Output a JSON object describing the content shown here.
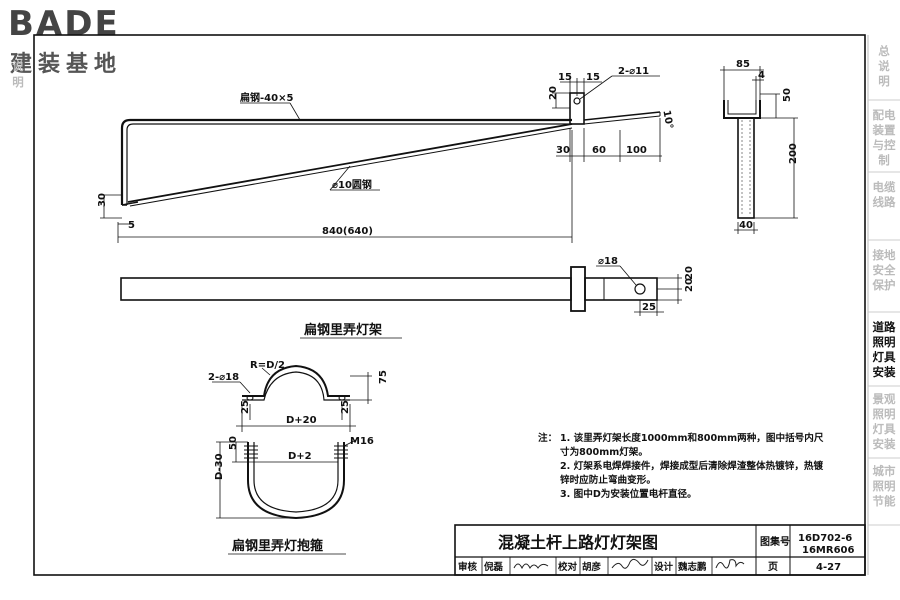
{
  "logo": {
    "brand": "BADE",
    "subtitle": "建装基地"
  },
  "left_strip": [
    "说",
    "明"
  ],
  "sidebar": {
    "items": [
      {
        "lines": [
          "总",
          "说",
          "明"
        ],
        "active": false
      },
      {
        "lines": [
          "配电",
          "装置",
          "与控",
          "制"
        ],
        "active": false
      },
      {
        "lines": [
          "电缆",
          "线路"
        ],
        "active": false
      },
      {
        "lines": [
          "接地",
          "安全",
          "保护"
        ],
        "active": false
      },
      {
        "lines": [
          "道路",
          "照明",
          "灯具",
          "安装"
        ],
        "active": true
      },
      {
        "lines": [
          "景观",
          "照明",
          "灯具",
          "安装"
        ],
        "active": false
      },
      {
        "lines": [
          "城市",
          "照明",
          "节能"
        ],
        "active": false
      }
    ]
  },
  "drawing": {
    "labels": {
      "flat_steel": "扁钢-40×5",
      "round_steel": "⌀10圆钢",
      "hole_spec_top": "2-⌀11",
      "angle": "10°",
      "dim_15a": "15",
      "dim_15b": "15",
      "dim_20": "20",
      "dim_30_h": "30",
      "dim_60": "60",
      "dim_100": "100",
      "dim_30_v": "30",
      "dim_5": "5",
      "dim_840": "840(640)",
      "dim_85": "85",
      "dim_4": "4",
      "dim_50": "50",
      "dim_200": "200",
      "dim_40": "40",
      "hole_18": "⌀18",
      "dim_20a": "20",
      "dim_20b": "20",
      "dim_25": "25",
      "title_bracket": "扁钢里弄灯架",
      "r_label": "R=D/2",
      "hole_spec_clamp": "2-⌀18",
      "dim_75": "75",
      "dim_d20": "D+20",
      "dim_25a": "25",
      "dim_25b": "25",
      "m16": "M16",
      "dim_d2": "D+2",
      "dim_50b": "50",
      "dim_d30": "D-30",
      "title_clamp": "扁钢里弄灯抱箍"
    }
  },
  "notes": {
    "label": "注：",
    "items": [
      "1. 该里弄灯架长度1000mm和800mm两种，图中括号内尺寸为800mm灯架。",
      "2. 灯架系电焊焊接件，焊接成型后清除焊渣整体热镀锌，热镀锌时应防止弯曲变形。",
      "3. 图中D为安装位置电杆直径。"
    ]
  },
  "title_block": {
    "title": "混凝土杆上路灯灯架图",
    "atlas_label": "图集号",
    "atlas_no_1": "16D702-6",
    "atlas_no_2": "16MR606",
    "page_label": "页",
    "page_no": "4-27",
    "review_label": "审核",
    "reviewer": "倪磊",
    "check_label": "校对",
    "checker": "胡彦",
    "design_label": "设计",
    "designer": "魏志鹏"
  }
}
